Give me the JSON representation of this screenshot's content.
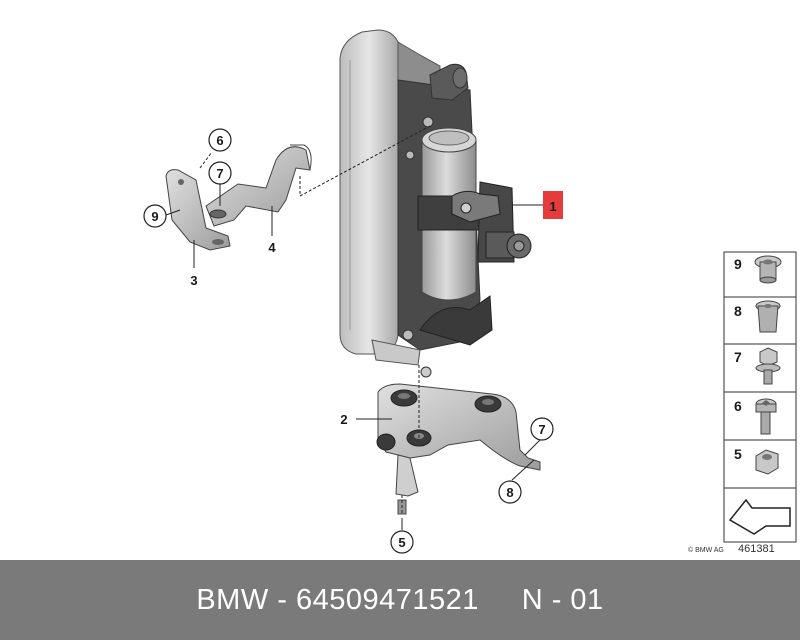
{
  "callouts": {
    "c1": "1",
    "c2": "2",
    "c3": "3",
    "c4": "4",
    "c5": "5",
    "c6": "6",
    "c7a": "7",
    "c7b": "7",
    "c8": "8",
    "c9": "9"
  },
  "legend": {
    "items": [
      "9",
      "8",
      "7",
      "6",
      "5"
    ]
  },
  "copyright": "© BMW AG",
  "diagram_code": "461381",
  "footer": {
    "brand": "BMW",
    "separator1": " - ",
    "part_number": "64509471521",
    "gap": "     ",
    "position_code": "N - 01"
  },
  "colors": {
    "highlight": "#e63b3b",
    "footer_bg": "#7a7a7a"
  }
}
